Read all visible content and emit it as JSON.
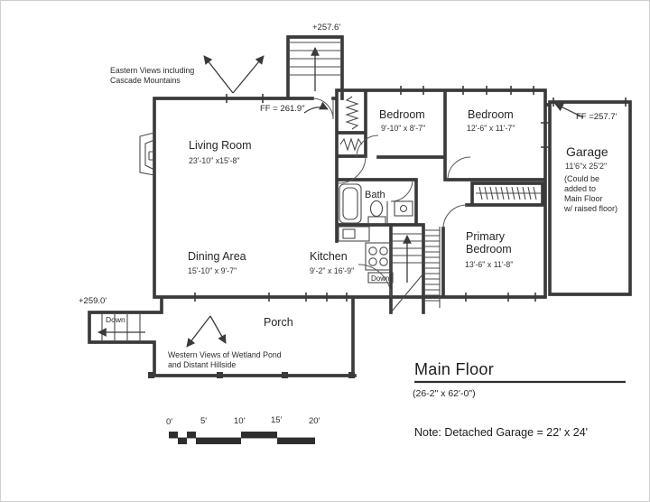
{
  "annotations": {
    "top_elevation": "+257.6'",
    "eastern_views": [
      "Eastern Views including",
      "Cascade Mountains"
    ],
    "ff_main_floor": "FF = 261.9\"",
    "ff_garage": "FF =257.7'",
    "porch_elevation": "+259.0'",
    "down_exterior": "Down",
    "down_interior": "Down",
    "western_views": [
      "Western Views of Wetland Pond",
      "and Distant Hillside"
    ]
  },
  "rooms": {
    "living_room": {
      "name": "Living Room",
      "dims": "23'-10\" x15'-8\""
    },
    "bedroom_1": {
      "name": "Bedroom",
      "dims": "9'-10\" x 8'-7\""
    },
    "bedroom_2": {
      "name": "Bedroom",
      "dims": "12'-6\" x 11'-7\""
    },
    "garage": {
      "name": "Garage",
      "dims": "11'6\"x 25'2\"",
      "note": [
        "(Could be",
        "added to",
        "Main Floor",
        "w/ raised floor)"
      ]
    },
    "bath": {
      "name": "Bath"
    },
    "dining_area": {
      "name": "Dining Area",
      "dims": "15'-10\" x 9'-7\""
    },
    "kitchen": {
      "name": "Kitchen",
      "dims": "9'-2\" x 16'-9\""
    },
    "primary_bedroom": {
      "name_line1": "Primary",
      "name_line2": "Bedroom",
      "dims": "13'-6\" x 11'-8\""
    },
    "porch": {
      "name": "Porch"
    }
  },
  "title_block": {
    "title": "Main Floor",
    "dims": "(26-2\" x 62'-0\")",
    "note": "Note: Detached Garage = 22' x 24'"
  },
  "scale_bar": {
    "labels": [
      "0'",
      "5'",
      "10'",
      "15'",
      "20'"
    ]
  },
  "colors": {
    "line": "#3a3a3a",
    "text": "#262626",
    "background": "#ffffff"
  }
}
